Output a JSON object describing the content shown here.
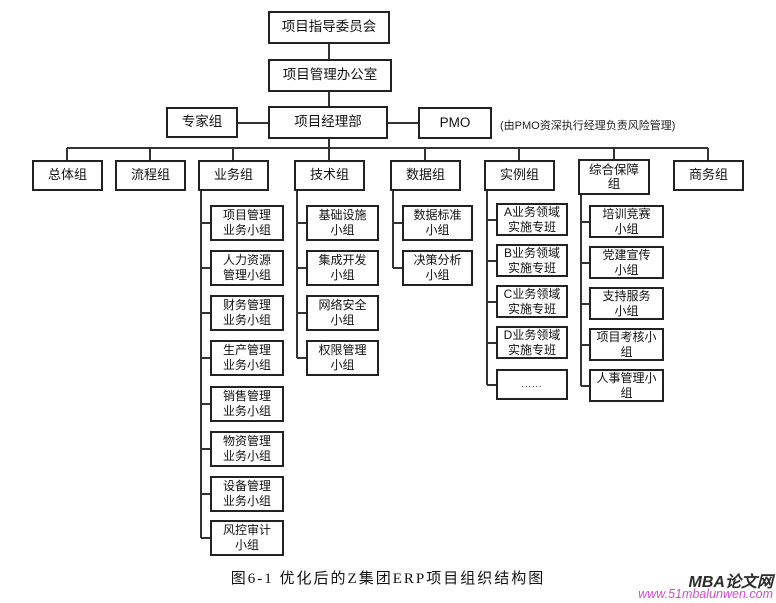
{
  "top": {
    "steering": "项目指导委员会",
    "pmo_office": "项目管理办公室",
    "expert": "专家组",
    "pm_dept": "项目经理部",
    "pmo": "PMO",
    "pmo_note": "(由PMO资深执行经理负责风险管理)"
  },
  "groups": [
    {
      "label": "总体组",
      "children": []
    },
    {
      "label": "流程组",
      "children": []
    },
    {
      "label": "业务组",
      "children": [
        "项目管理\n业务小组",
        "人力资源\n管理小组",
        "财务管理\n业务小组",
        "生产管理\n业务小组",
        "销售管理\n业务小组",
        "物资管理\n业务小组",
        "设备管理\n业务小组",
        "风控审计\n小组"
      ]
    },
    {
      "label": "技术组",
      "children": [
        "基础设施\n小组",
        "集成开发\n小组",
        "网络安全\n小组",
        "权限管理\n小组"
      ]
    },
    {
      "label": "数据组",
      "children": [
        "数据标准\n小组",
        "决策分析\n小组"
      ]
    },
    {
      "label": "实例组",
      "children": [
        "A业务领域\n实施专班",
        "B业务领域\n实施专班",
        "C业务领域\n实施专班",
        "D业务领域\n实施专班",
        "......"
      ]
    },
    {
      "label": "综合保障\n组",
      "children": [
        "培训竞赛\n小组",
        "党建宣传\n小组",
        "支持服务\n小组",
        "项目考核小\n组",
        "人事管理小\n组"
      ]
    },
    {
      "label": "商务组",
      "children": []
    }
  ],
  "caption": "图6-1 优化后的Z集团ERP项目组织结构图",
  "watermark": {
    "title": "MBA论文网",
    "url": "www.51mbalunwen.com"
  },
  "colors": {
    "line": "#333333",
    "box_border": "#222222",
    "watermark_url": "#d44bd4"
  }
}
